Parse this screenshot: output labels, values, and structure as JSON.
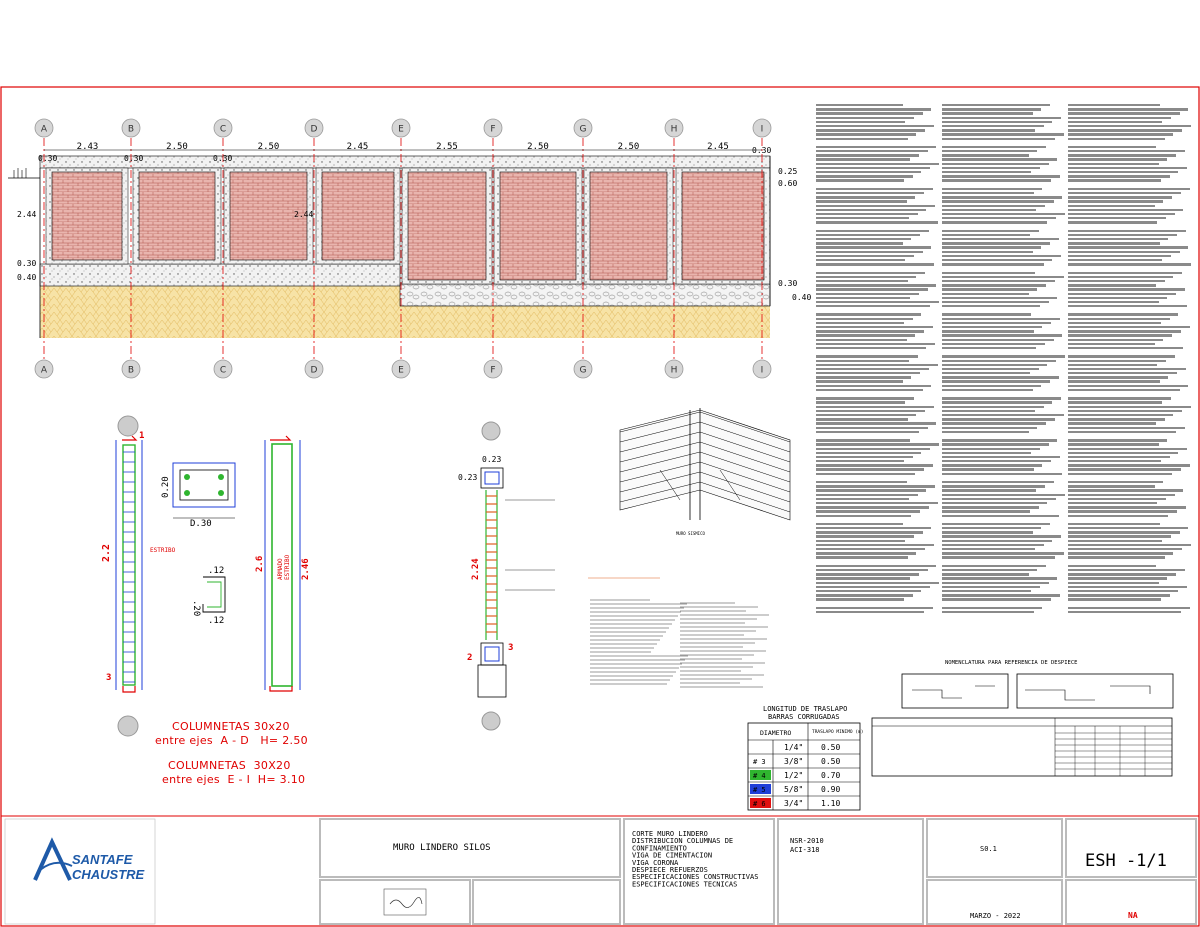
{
  "axes": [
    "A",
    "B",
    "C",
    "D",
    "E",
    "F",
    "G",
    "H",
    "I"
  ],
  "elevation": {
    "spans": [
      "2.43",
      "2.50",
      "2.50",
      "2.45",
      "2.55",
      "2.50",
      "2.50",
      "2.45"
    ],
    "level_labels": {
      "top_left": "0.30",
      "mid_a": "0.30",
      "mid_b": "0.30",
      "wall_left": "2.44",
      "wall_mid": "2.44",
      "base_left_1": "0.30",
      "base_left_2": "0.40",
      "right_top_1": "0.25",
      "right_top_2": "0.60",
      "right_base_1": "0.30",
      "right_base_2": "0.40",
      "top_right": "0.30"
    }
  },
  "column_detail": {
    "section_dim_w": "D.30",
    "section_dim_h": "0.20",
    "stirrup_dims": [
      ".12",
      ".20",
      ".12"
    ],
    "left_col_height": "2.2",
    "left_col_note": "ESTRIBO",
    "right_col_height_a": "2.6",
    "right_col_height_b": "2.46",
    "right_col_note_a": "ARMADO",
    "right_col_note_b": "ESTRIBO",
    "bottom_mark": "3",
    "top_mark": "1"
  },
  "mid_section": {
    "top_dim": "0.23",
    "side_dim": "0.23",
    "height": "2.24",
    "marks": [
      "2",
      "3"
    ]
  },
  "labels": {
    "columnetas_1_line1": "COLUMNETAS 30x20",
    "columnetas_1_line2": "entre ejes  A - D   H= 2.50",
    "columnetas_2_line1": "COLUMNETAS  30X20",
    "columnetas_2_line2": "entre ejes  E - I  H= 3.10"
  },
  "iso_label": "MURO SISMICO",
  "traslapo_table": {
    "title_line1": "LONGITUD DE TRASLAPO",
    "title_line2": "BARRAS CORRUGADAS",
    "headers": [
      "DIAMETRO",
      "TRASLAPO MINIMO (m)"
    ],
    "rows": [
      {
        "num": "",
        "dia": "1/4\"",
        "len": "0.50",
        "color": "#ffffff"
      },
      {
        "num": "# 3",
        "dia": "3/8\"",
        "len": "0.50",
        "color": "#ffffff"
      },
      {
        "num": "# 4",
        "dia": "1/2\"",
        "len": "0.70",
        "color": "#2fb52f"
      },
      {
        "num": "# 5",
        "dia": "5/8\"",
        "len": "0.90",
        "color": "#1f3fd8"
      },
      {
        "num": "# 6",
        "dia": "3/4\"",
        "len": "1.10",
        "color": "#e01010"
      }
    ]
  },
  "nomenclature_title": "NOMENCLATURA PARA REFERENCIA DE DESPIECE",
  "title_block": {
    "project": "MURO LINDERO  SILOS",
    "contents": [
      "CORTE  MURO LINDERO",
      "DISTRIBUCION   COLUMNAS    DE",
      "CONFINAMIENTO",
      "VIGA DE CIMENTACION",
      "VIGA CORONA",
      "DESPIECE REFUERZOS",
      "ESPECIFICACIONES CONSTRUCTIVAS",
      "ESPECIFICACIONES TECNICAS"
    ],
    "norms": [
      "NSR-2010",
      "ACI-318"
    ],
    "sheet_code": "S0.1",
    "sheet_number": "ESH  -1/1",
    "date": "MARZO - 2022",
    "scale": "NA",
    "logo_line1": "SANTAFE",
    "logo_line2": "CHAUSTRE"
  },
  "colors": {
    "border": "#e00000",
    "brick": "#e9b5ae",
    "brick_line": "#b0524a",
    "soil": "#f7e3a6",
    "axis": "#e00000",
    "concrete": "#e6e6e6",
    "logo": "#1e5aa8"
  }
}
